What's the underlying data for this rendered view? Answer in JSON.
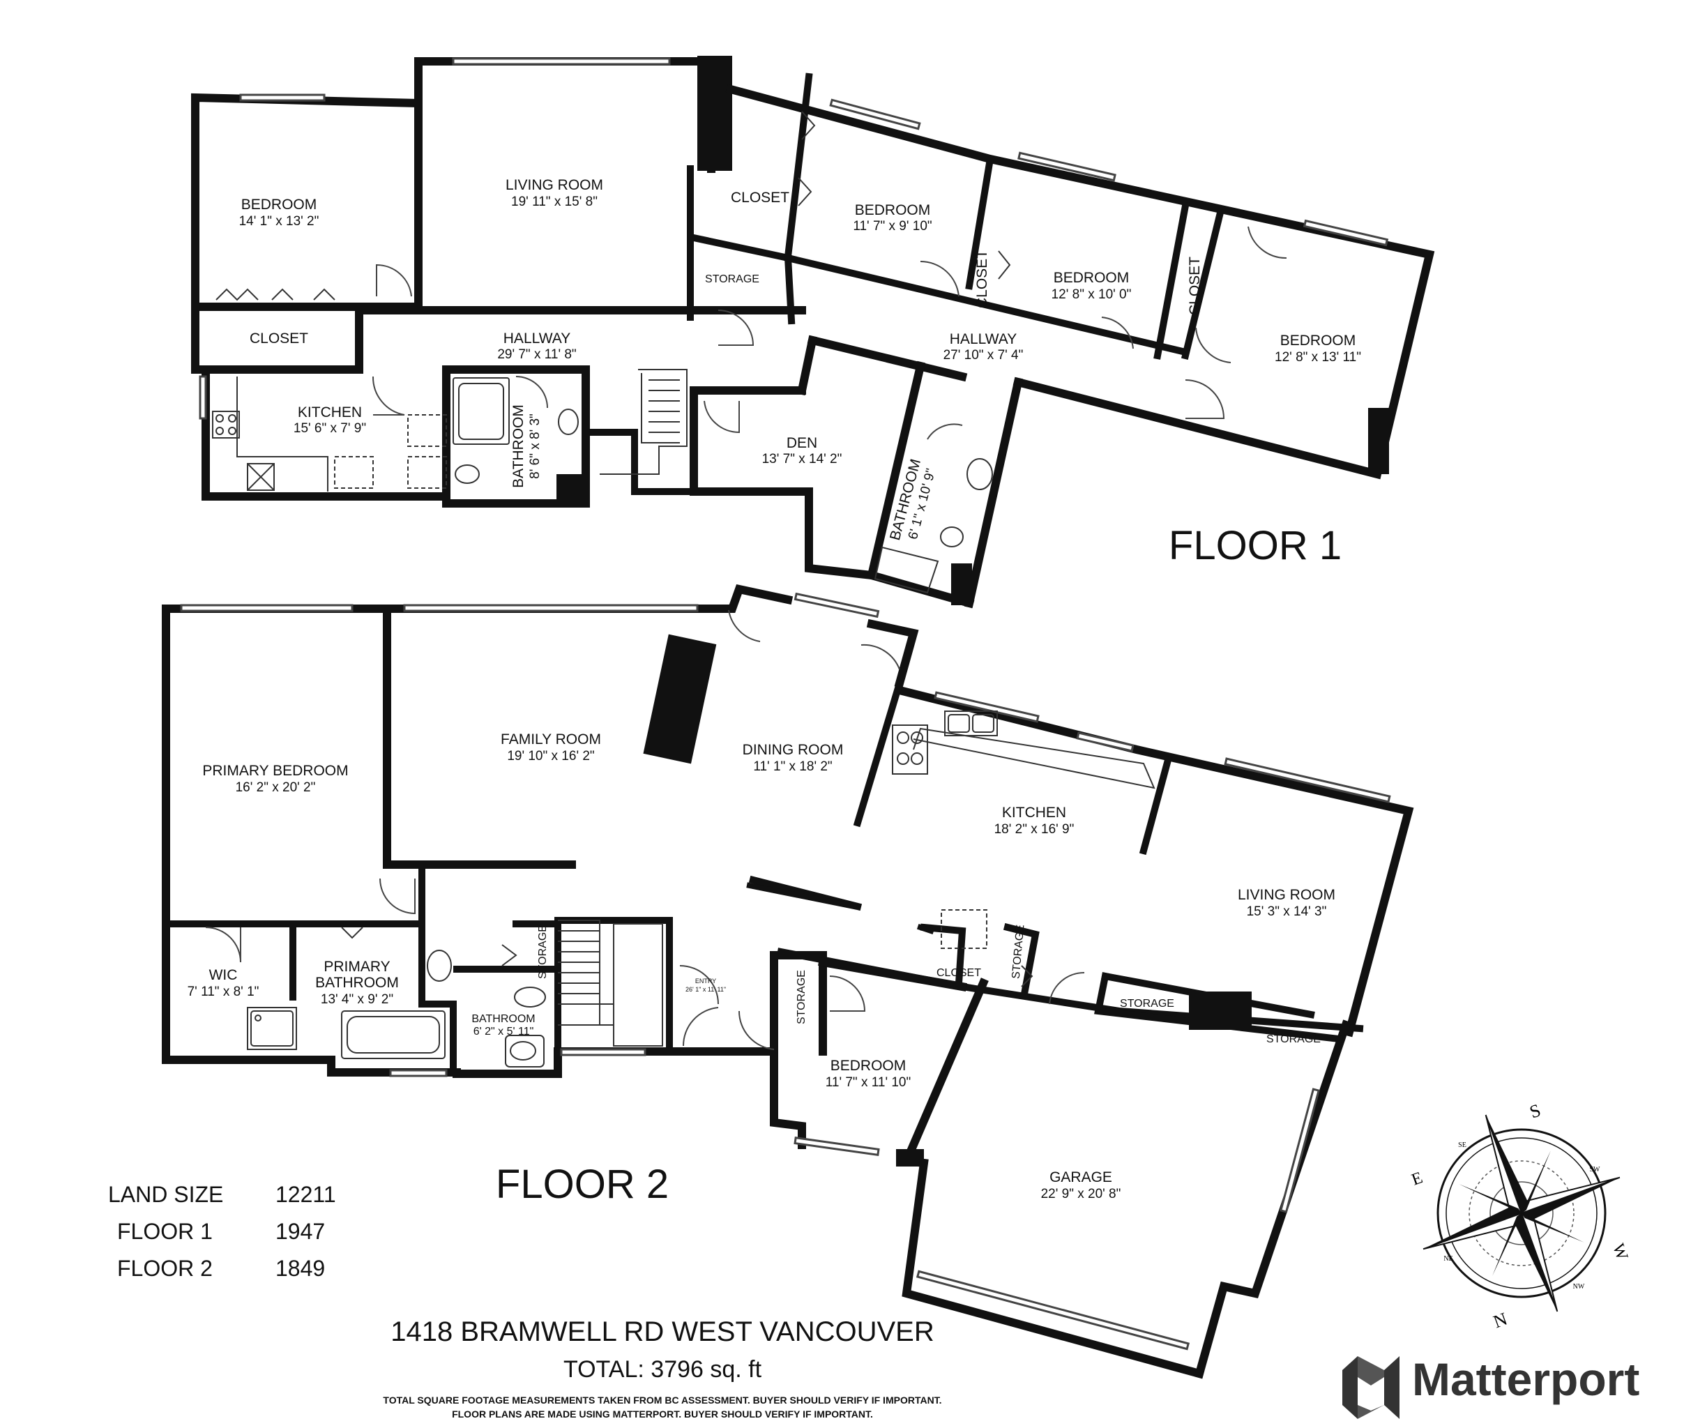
{
  "floors": [
    {
      "label": "FLOOR 1",
      "rooms": [
        {
          "id": "bedroom-1",
          "name": "BEDROOM",
          "dims": "14' 1\" x 13' 2\""
        },
        {
          "id": "living-room-1",
          "name": "LIVING ROOM",
          "dims": "19' 11\" x 15' 8\""
        },
        {
          "id": "closet-1a",
          "name": "CLOSET",
          "dims": ""
        },
        {
          "id": "bedroom-2",
          "name": "BEDROOM",
          "dims": "11' 7\" x 9' 10\""
        },
        {
          "id": "closet-1b",
          "name": "CLOSET",
          "dims": ""
        },
        {
          "id": "bedroom-3",
          "name": "BEDROOM",
          "dims": "12' 8\" x 10' 0\""
        },
        {
          "id": "closet-1c",
          "name": "CLOSET",
          "dims": ""
        },
        {
          "id": "bedroom-4",
          "name": "BEDROOM",
          "dims": "12' 8\" x 13' 11\""
        },
        {
          "id": "storage-1",
          "name": "STORAGE",
          "dims": ""
        },
        {
          "id": "closet-1d",
          "name": "CLOSET",
          "dims": ""
        },
        {
          "id": "hallway-1",
          "name": "HALLWAY",
          "dims": "29' 7\" x 11' 8\""
        },
        {
          "id": "hallway-2",
          "name": "HALLWAY",
          "dims": "27' 10\" x 7' 4\""
        },
        {
          "id": "kitchen-1",
          "name": "KITCHEN",
          "dims": "15' 6\" x 7' 9\""
        },
        {
          "id": "bathroom-1",
          "name": "BATHROOM",
          "dims": "8' 6\" x 8' 3\""
        },
        {
          "id": "den-1",
          "name": "DEN",
          "dims": "13' 7\" x 14' 2\""
        },
        {
          "id": "bathroom-2",
          "name": "BATHROOM",
          "dims": "6' 1\" x 10' 9\""
        }
      ]
    },
    {
      "label": "FLOOR 2",
      "rooms": [
        {
          "id": "primary-bedroom",
          "name": "PRIMARY BEDROOM",
          "dims": "16' 2\" x 20' 2\""
        },
        {
          "id": "family-room",
          "name": "FAMILY ROOM",
          "dims": "19' 10\" x 16' 2\""
        },
        {
          "id": "dining-room",
          "name": "DINING ROOM",
          "dims": "11' 1\" x 18' 2\""
        },
        {
          "id": "kitchen-2",
          "name": "KITCHEN",
          "dims": "18' 2\" x 16' 9\""
        },
        {
          "id": "living-room-2",
          "name": "LIVING ROOM",
          "dims": "15' 3\" x 14' 3\""
        },
        {
          "id": "wic",
          "name": "WIC",
          "dims": "7' 11\" x 8' 1\""
        },
        {
          "id": "primary-bathroom",
          "name": "PRIMARY BATHROOM",
          "dims": "13' 4\" x 9' 2\""
        },
        {
          "id": "bathroom-3",
          "name": "BATHROOM",
          "dims": "6' 2\" x 5' 11\""
        },
        {
          "id": "storage-2a",
          "name": "STORAGE",
          "dims": ""
        },
        {
          "id": "entry",
          "name": "ENTRY",
          "dims": "26' 1\" x 11' 11\""
        },
        {
          "id": "storage-2b",
          "name": "STORAGE",
          "dims": ""
        },
        {
          "id": "closet-2",
          "name": "CLOSET",
          "dims": ""
        },
        {
          "id": "storage-2c",
          "name": "STORAGE",
          "dims": ""
        },
        {
          "id": "storage-2d",
          "name": "STORAGE",
          "dims": ""
        },
        {
          "id": "storage-2e",
          "name": "STORAGE",
          "dims": ""
        },
        {
          "id": "bedroom-5",
          "name": "BEDROOM",
          "dims": "11' 7\" x 11' 10\""
        },
        {
          "id": "garage",
          "name": "GARAGE",
          "dims": "22' 9\" x 20' 8\""
        }
      ]
    }
  ],
  "stats": [
    {
      "label": "LAND SIZE",
      "value": "12211"
    },
    {
      "label": "FLOOR 1",
      "value": "1947"
    },
    {
      "label": "FLOOR 2",
      "value": "1849"
    }
  ],
  "address": "1418 BRAMWELL RD WEST VANCOUVER",
  "total_label": "TOTAL:",
  "total_value": "3796 sq. ft",
  "disclaimer_1": "TOTAL SQUARE FOOTAGE MEASUREMENTS TAKEN FROM BC ASSESSMENT. BUYER SHOULD VERIFY IF IMPORTANT.",
  "disclaimer_2": "FLOOR PLANS ARE MADE USING MATTERPORT. BUYER SHOULD VERIFY IF IMPORTANT.",
  "brand": "Matterport",
  "compass": {
    "n": "N",
    "s": "S",
    "e": "E",
    "w": "W",
    "ne": "NE",
    "nw": "NW",
    "se": "SE",
    "sw": "SW"
  },
  "colors": {
    "wall": "#111111",
    "brand": "#333333",
    "background": "#ffffff"
  }
}
